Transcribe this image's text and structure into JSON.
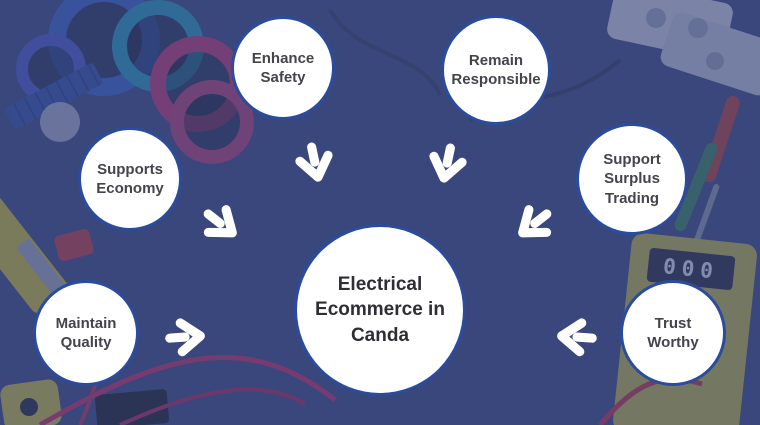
{
  "diagram": {
    "center": {
      "label": "Electrical Ecommerce in Canda"
    },
    "nodes": [
      {
        "id": "enhance-safety",
        "label": "Enhance Safety"
      },
      {
        "id": "remain-responsible",
        "label": "Remain Responsible"
      },
      {
        "id": "supports-economy",
        "label": "Supports Economy"
      },
      {
        "id": "support-surplus-trading",
        "label": "Support Surplus Trading"
      },
      {
        "id": "maintain-quality",
        "label": "Maintain Quality"
      },
      {
        "id": "trust-worthy",
        "label": "Trust Worthy"
      }
    ],
    "colors": {
      "circle_fill": "#ffffff",
      "circle_border": "#2b4c9c",
      "text": "#44444c",
      "arrow": "#ffffff",
      "overlay": "#36437a"
    }
  },
  "background": {
    "description": "photo of electrical tools under navy overlay",
    "multimeter_display": "000"
  }
}
